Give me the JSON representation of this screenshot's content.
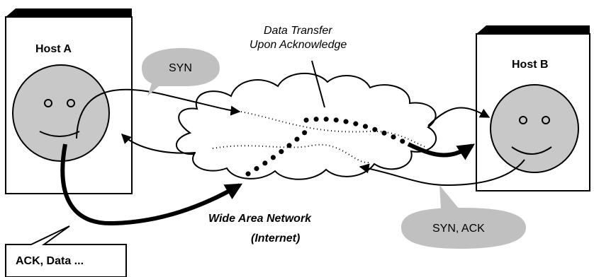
{
  "hosts": {
    "a": {
      "label": "Host A"
    },
    "b": {
      "label": "Host B"
    }
  },
  "messages": {
    "syn": "SYN",
    "syn_ack": "SYN, ACK",
    "ack_data": "ACK, Data ..."
  },
  "network": {
    "title_line1": "Wide Area Network",
    "title_line2": "(Internet)"
  },
  "annotation": {
    "line1": "Data Transfer",
    "line2": "Upon Acknowledge"
  },
  "colors": {
    "host_face": "#c8c8c8",
    "bubble": "#c0c0c0",
    "outline": "#000000",
    "cloud_fill": "#ffffff"
  }
}
